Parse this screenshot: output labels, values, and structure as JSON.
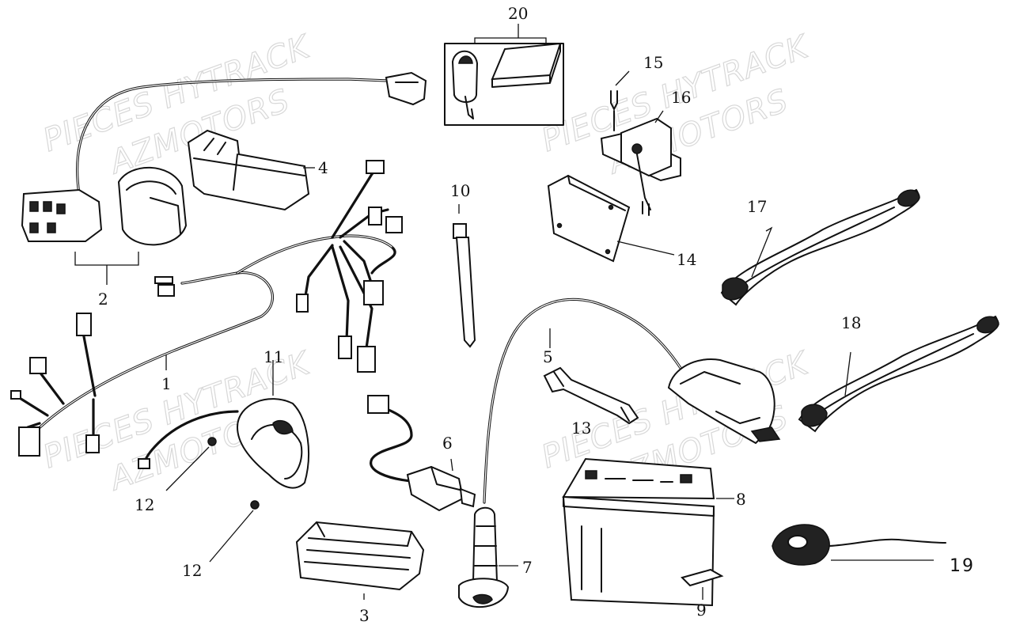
{
  "watermark": {
    "line1": "PIECES HYTRACK",
    "line2": "AZMOTORS"
  },
  "callouts": {
    "c1": "1",
    "c2": "2",
    "c3": "3",
    "c4": "4",
    "c5": "5",
    "c6": "6",
    "c7": "7",
    "c8": "8",
    "c9": "9",
    "c10": "10",
    "c11": "11",
    "c12a": "12",
    "c12b": "12",
    "c13": "13",
    "c14": "14",
    "c15": "15",
    "c16": "16",
    "c17": "17",
    "c18": "18",
    "c19": "19",
    "c20": "20"
  }
}
